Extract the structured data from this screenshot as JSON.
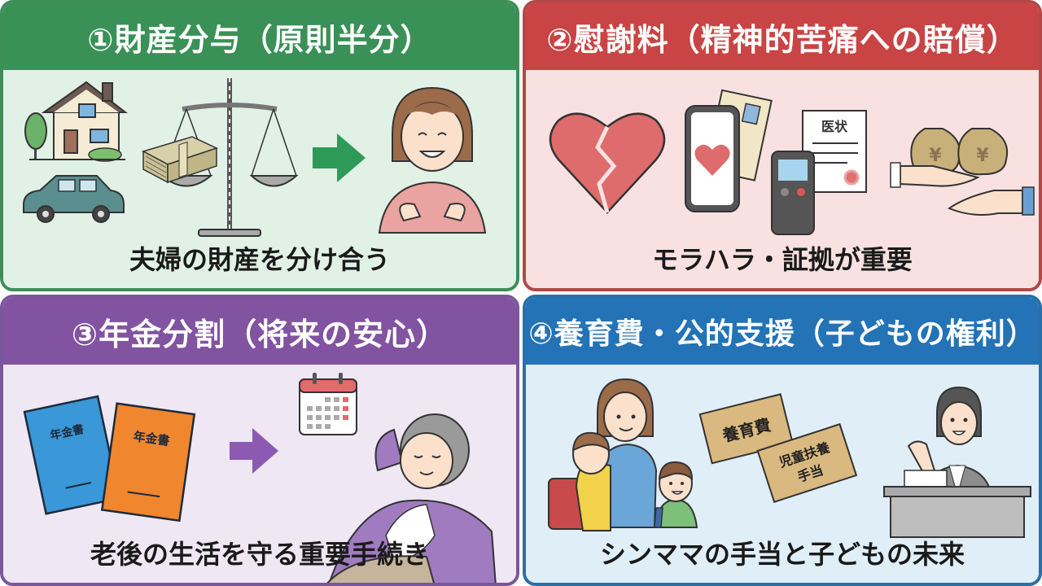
{
  "panels": [
    {
      "title": "①財産分与（原則半分）",
      "caption": "夫婦の財産を分け合う",
      "header_color": "#3a9157",
      "bg_color": "#e1f1e6",
      "icons": [
        "house-icon",
        "tree-icon",
        "car-icon",
        "money-stack-icon",
        "balance-scale-icon",
        "arrow-right-icon",
        "smiling-woman-icon"
      ]
    },
    {
      "title": "②慰謝料（精神的苦痛への賠償）",
      "caption": "モラハラ・証拠が重要",
      "header_color": "#c94444",
      "bg_color": "#f9e1e2",
      "icons": [
        "broken-heart-icon",
        "smartphone-icon",
        "document-icon",
        "voice-recorder-icon",
        "medical-certificate-icon",
        "money-bag-icon",
        "hands-icon"
      ],
      "certificate_label": "医状",
      "money_symbol": "¥"
    },
    {
      "title": "③年金分割（将来の安心）",
      "caption": "老後の生活を守る重要手続き",
      "header_color": "#8153a0",
      "bg_color": "#efe7f4",
      "icons": [
        "pension-book-icon",
        "arrow-right-icon",
        "calendar-icon",
        "relaxed-elderly-woman-icon"
      ],
      "book_label_1": "年金書",
      "book_label_2": "年金書"
    },
    {
      "title": "④養育費・公的支援（子どもの権利）",
      "caption": "シンママの手当と子どもの未来",
      "header_color": "#2373b6",
      "bg_color": "#e0eef8",
      "icons": [
        "mother-children-icon",
        "sign-card-icon",
        "counter-staff-icon"
      ],
      "card_label_1": "養育費",
      "card_label_2a": "児童扶養",
      "card_label_2b": "手当"
    }
  ]
}
